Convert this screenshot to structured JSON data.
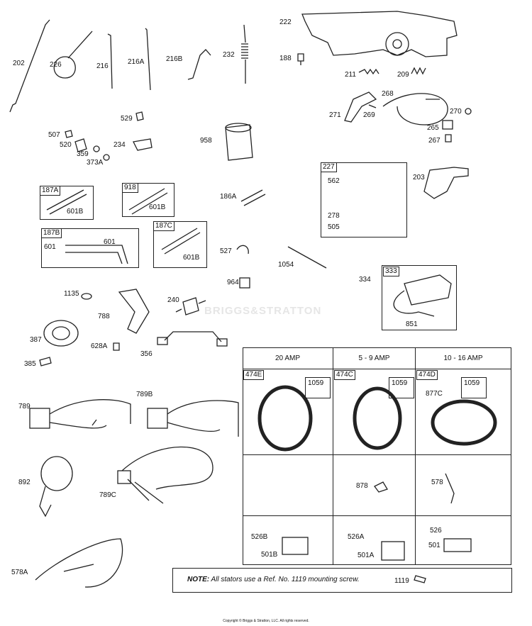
{
  "labels": {
    "p202": "202",
    "p226": "226",
    "p216": "216",
    "p216A": "216A",
    "p216B": "216B",
    "p232": "232",
    "p222": "222",
    "p188": "188",
    "p211": "211",
    "p209": "209",
    "p268": "268",
    "p271": "271",
    "p269": "269",
    "p270": "270",
    "p265": "265",
    "p267": "267",
    "p529": "529",
    "p507": "507",
    "p520": "520",
    "p359": "359",
    "p373A": "373A",
    "p234": "234",
    "p958": "958",
    "p203": "203",
    "p186A": "186A",
    "p527": "527",
    "p1054": "1054",
    "p964": "964",
    "p334": "334",
    "p851": "851",
    "p1135": "1135",
    "p788": "788",
    "p240": "240",
    "p387": "387",
    "p628A": "628A",
    "p356": "356",
    "p385": "385",
    "p789": "789",
    "p789B": "789B",
    "p892": "892",
    "p789C": "789C",
    "p578A": "578A",
    "p601B_a": "601B",
    "p601B_b": "601B",
    "p601B_c": "601B",
    "p601_a": "601",
    "p601_b": "601",
    "p562": "562",
    "p278": "278",
    "p505": "505",
    "p877C": "877C",
    "p878": "878",
    "p578": "578",
    "p526B": "526B",
    "p501B": "501B",
    "p526A": "526A",
    "p501A": "501A",
    "p526": "526",
    "p501": "501",
    "p1119": "1119"
  },
  "boxes": {
    "b187A": "187A",
    "b918": "918",
    "b187B": "187B",
    "b187C": "187C",
    "b227": "227",
    "b333": "333",
    "b474E": "474E",
    "b474C": "474C",
    "b474D": "474D",
    "b1059a": "1059",
    "b1059b": "1059",
    "b1059c": "1059"
  },
  "table": {
    "col1": "20 AMP",
    "col2": "5 - 9 AMP",
    "col3": "10 - 16 AMP"
  },
  "note": {
    "bold": "NOTE:",
    "text": " All stators use a Ref. No. 1119 mounting screw."
  },
  "watermark": "BRIGGS&STRATTON",
  "copyright": "Copyright © Briggs & Stratton, LLC. All rights reserved."
}
